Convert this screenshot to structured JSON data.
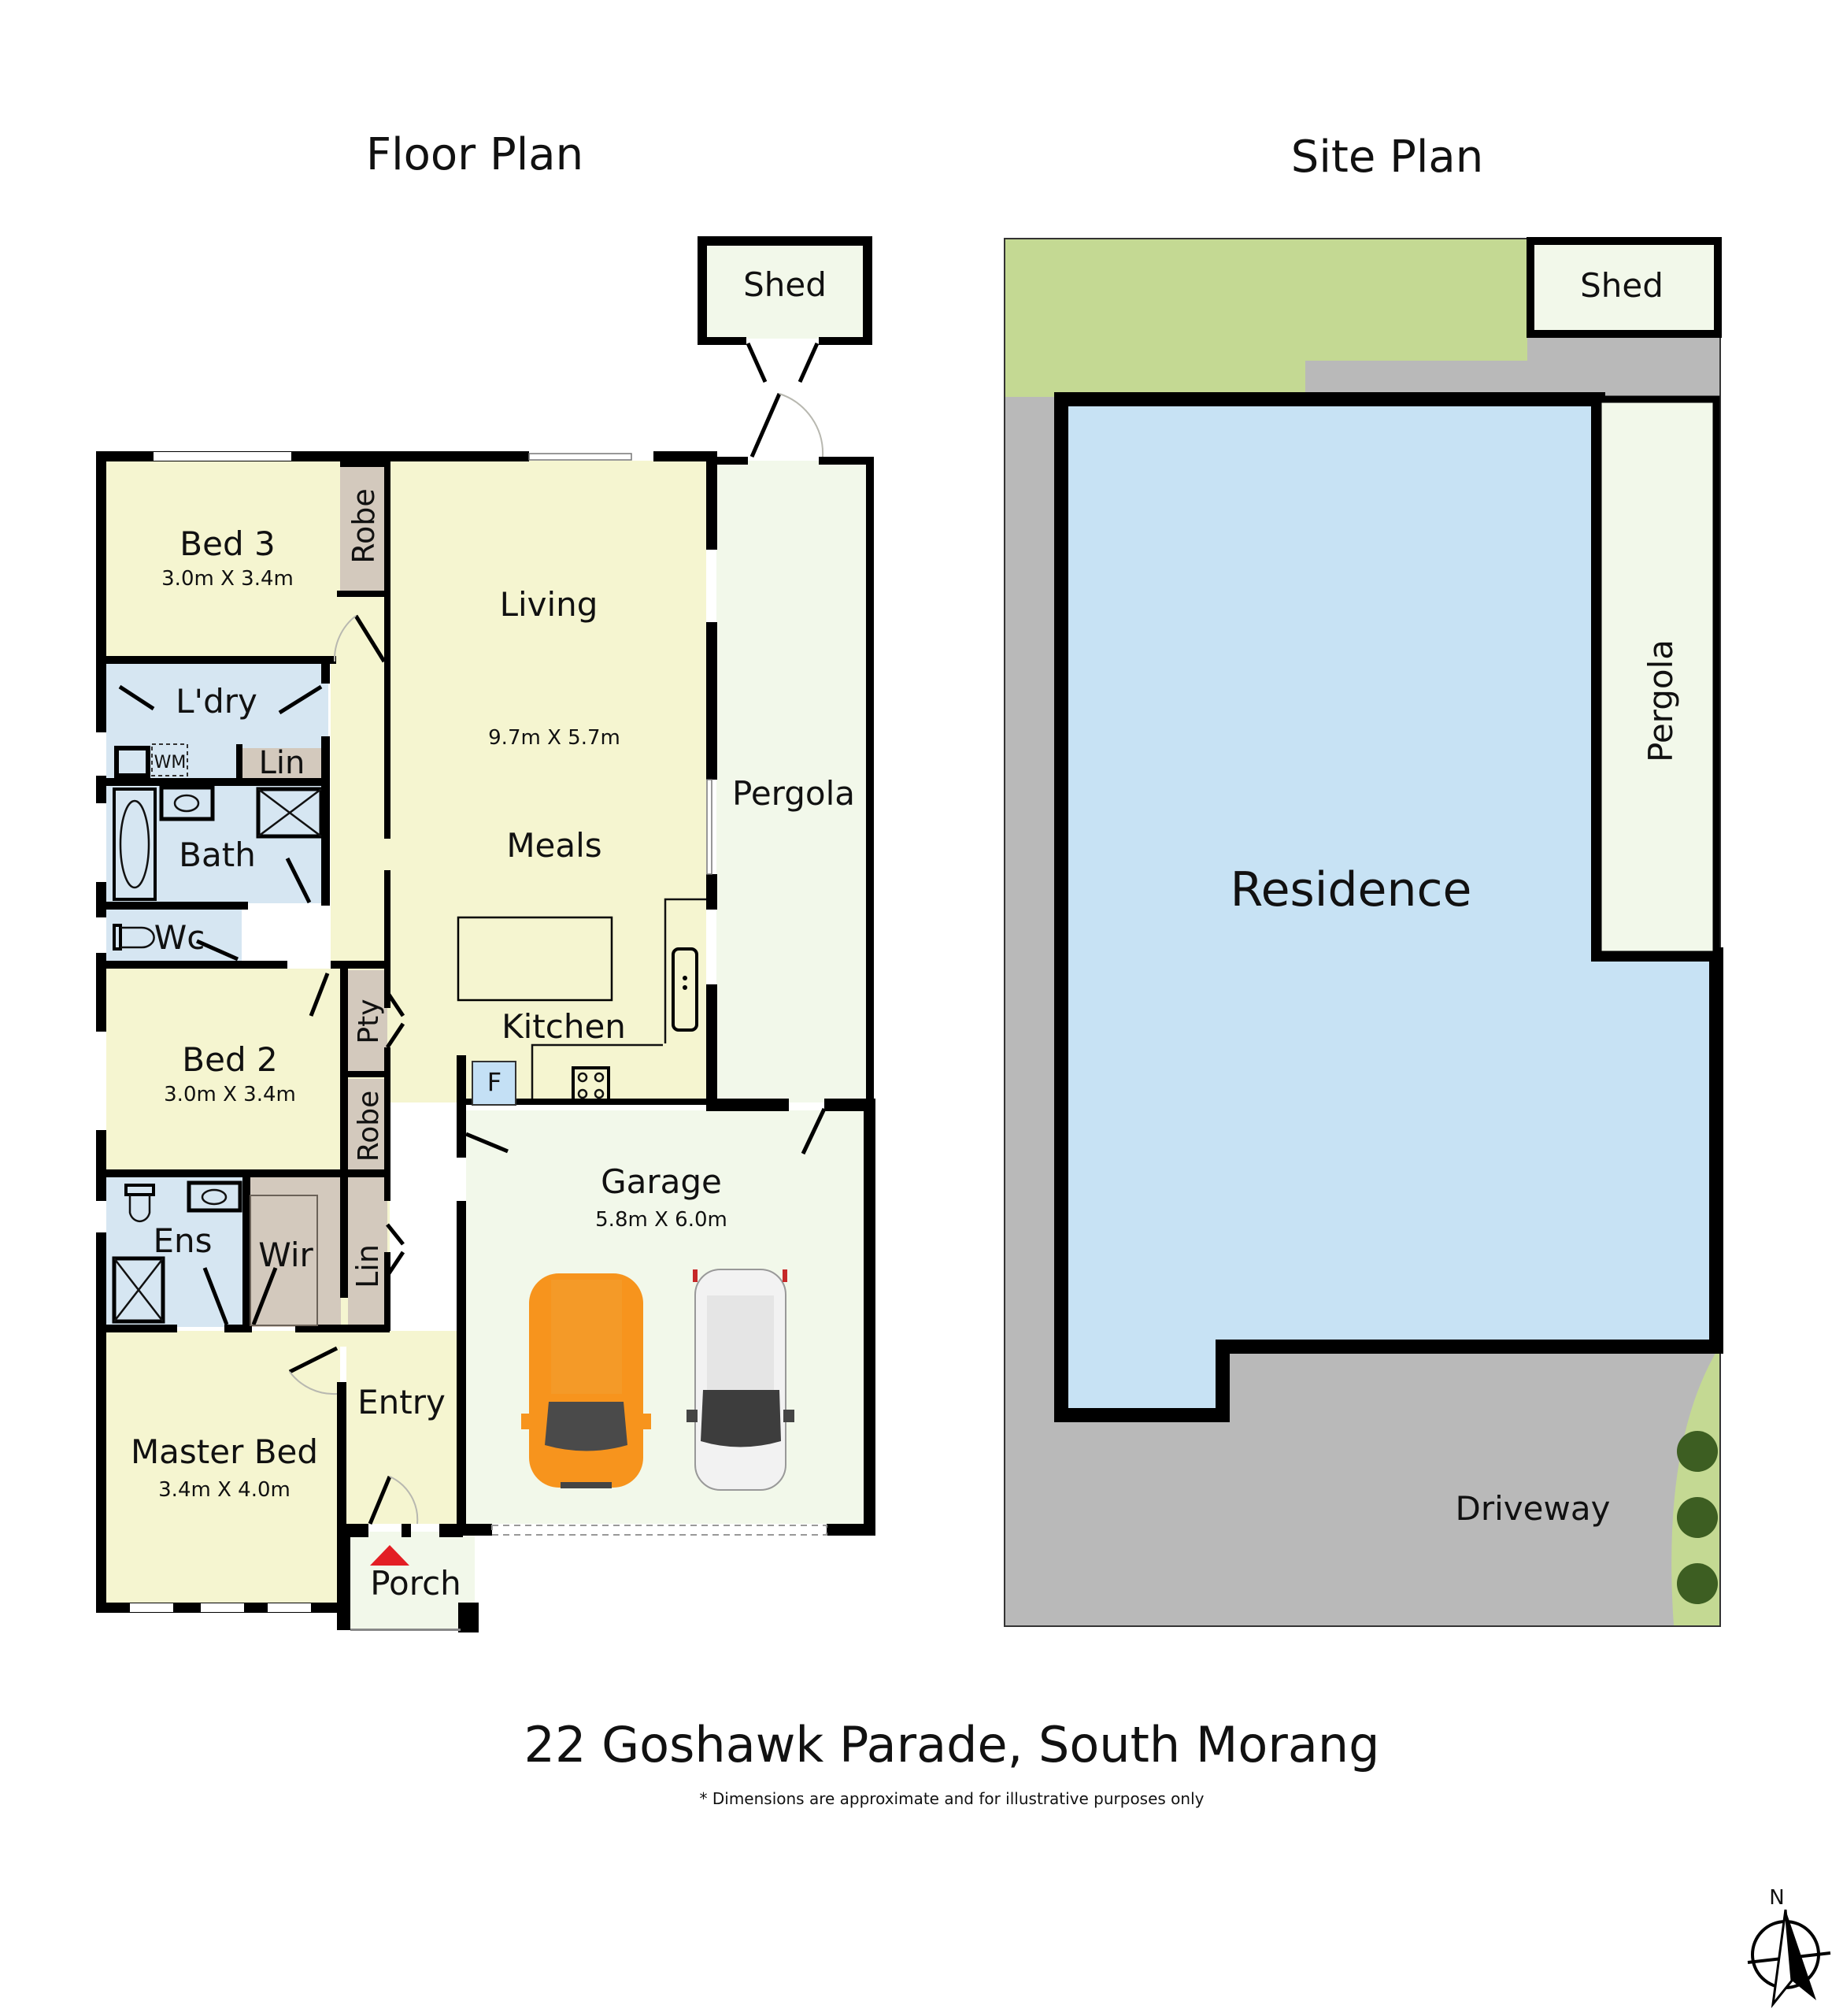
{
  "titles": {
    "floor_plan": "Floor Plan",
    "site_plan": "Site Plan"
  },
  "address": "22 Goshawk Parade, South Morang",
  "disclaimer": "* Dimensions are approximate and for illustrative purposes only",
  "colors": {
    "living": "#f5f5d0",
    "wet": "#d6e6f2",
    "storage": "#d3c9bd",
    "outdoor": "#f2f8ea",
    "fridge": "#c4e0f5",
    "residence": "#c7e2f4",
    "lawn": "#c4d993",
    "paving": "#b9b9b9",
    "entry_marker": "#e31e24",
    "car_orange": "#f7941d",
    "car_white": "#f0f0f0"
  },
  "floor_plan": {
    "rooms": {
      "bed3": {
        "name": "Bed 3",
        "dims": "3.0m X 3.4m"
      },
      "robe_top": {
        "name": "Robe"
      },
      "living": {
        "name": "Living",
        "dims": "9.7m X 5.7m"
      },
      "meals": {
        "name": "Meals"
      },
      "kitchen": {
        "name": "Kitchen"
      },
      "fridge": {
        "name": "F"
      },
      "laundry": {
        "name": "L'dry"
      },
      "wm": {
        "name": "WM"
      },
      "lin_top": {
        "name": "Lin"
      },
      "bath": {
        "name": "Bath"
      },
      "wc": {
        "name": "Wc"
      },
      "bed2": {
        "name": "Bed 2",
        "dims": "3.0m X 3.4m"
      },
      "pantry": {
        "name": "Pty"
      },
      "robe_mid": {
        "name": "Robe"
      },
      "ens": {
        "name": "Ens"
      },
      "wir": {
        "name": "Wir"
      },
      "lin_mid": {
        "name": "Lin"
      },
      "master": {
        "name": "Master Bed",
        "dims": "3.4m X 4.0m"
      },
      "entry": {
        "name": "Entry"
      },
      "porch": {
        "name": "Porch"
      },
      "garage": {
        "name": "Garage",
        "dims": "5.8m X 6.0m"
      },
      "pergola": {
        "name": "Pergola"
      },
      "shed": {
        "name": "Shed"
      }
    }
  },
  "site_plan": {
    "labels": {
      "residence": "Residence",
      "pergola": "Pergola",
      "shed": "Shed",
      "driveway": "Driveway"
    }
  },
  "compass": {
    "label": "N"
  }
}
